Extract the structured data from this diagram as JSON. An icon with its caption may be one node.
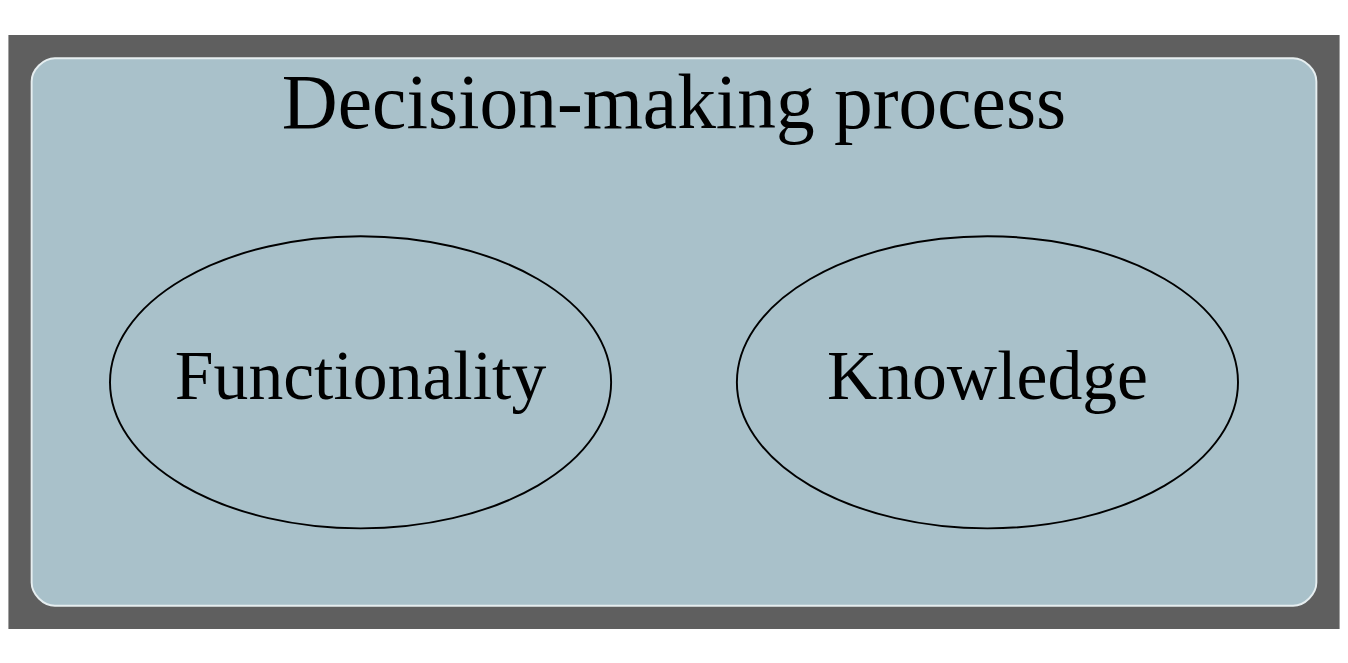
{
  "diagram": {
    "nodes": [
      {
        "text": [
          "Decision-making process"
        ]
      },
      {
        "text": [
          "Knowledge"
        ],
        "in": 0
      },
      {
        "text": [
          "Functionality"
        ],
        "in": 0
      }
    ]
  }
}
